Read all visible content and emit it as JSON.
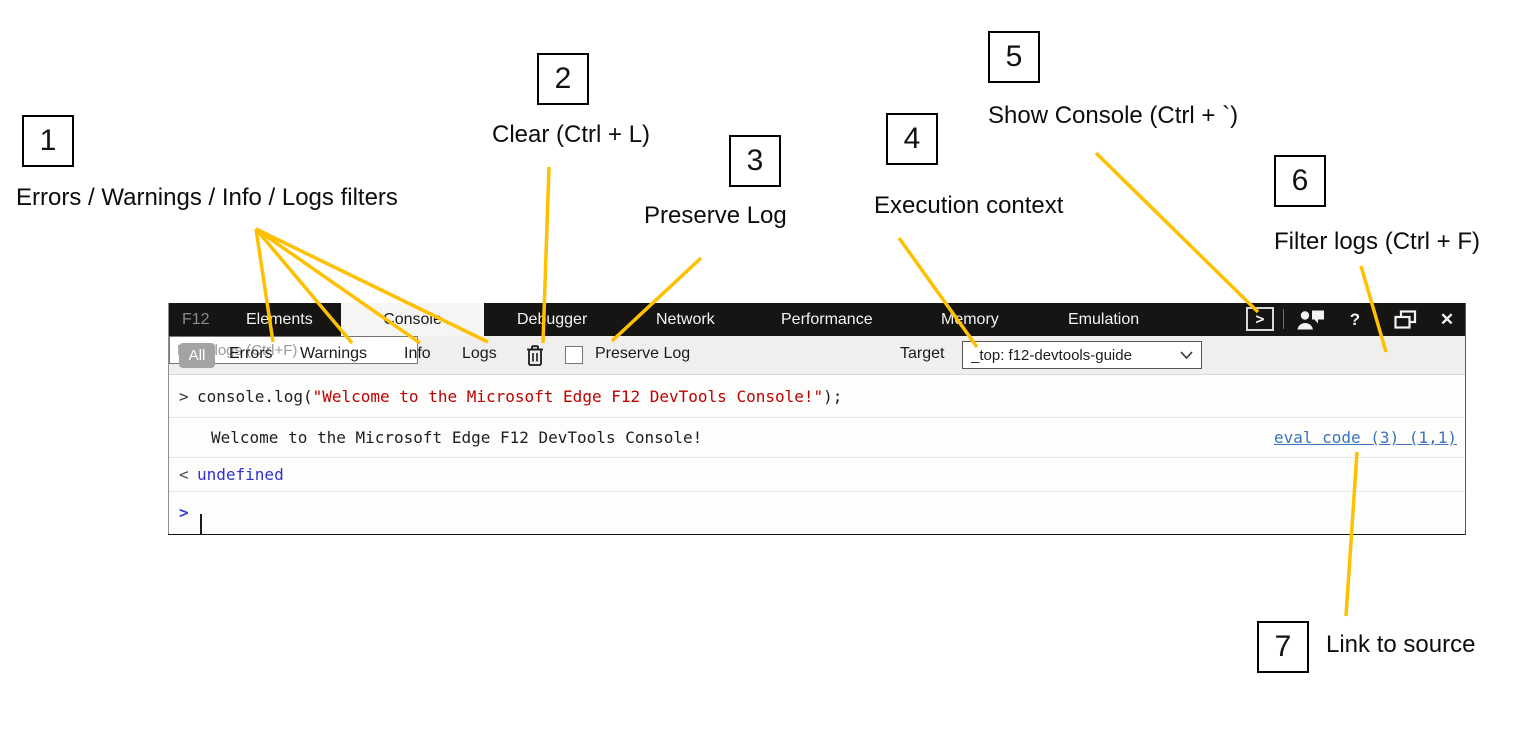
{
  "annotations": {
    "line_color": "#FFC000",
    "items": [
      {
        "number": "1",
        "label": "Errors / Warnings / Info / Logs filters"
      },
      {
        "number": "2",
        "label": "Clear (Ctrl + L)"
      },
      {
        "number": "3",
        "label": "Preserve Log"
      },
      {
        "number": "4",
        "label": "Execution context"
      },
      {
        "number": "5",
        "label": "Show Console (Ctrl + `)"
      },
      {
        "number": "6",
        "label": "Filter logs (Ctrl + F)"
      },
      {
        "number": "7",
        "label": "Link to source"
      }
    ]
  },
  "devtools": {
    "tabbar": {
      "brand": "F12",
      "tabs": [
        {
          "label": "Elements"
        },
        {
          "label": "Console",
          "active": true
        },
        {
          "label": "Debugger"
        },
        {
          "label": "Network"
        },
        {
          "label": "Performance"
        },
        {
          "label": "Memory"
        },
        {
          "label": "Emulation"
        }
      ],
      "console_button_glyph": ">",
      "help_glyph": "?",
      "close_glyph": "✕"
    },
    "toolbar": {
      "filters": [
        {
          "label": "All",
          "active": true
        },
        {
          "label": "Errors"
        },
        {
          "label": "Warnings"
        },
        {
          "label": "Info"
        },
        {
          "label": "Logs"
        }
      ],
      "preserve_log_label": "Preserve Log",
      "preserve_log_checked": false,
      "target_label": "Target",
      "target_value": "_top: f12-devtools-guide",
      "filter_placeholder": "Filter logs (Ctrl+F)"
    },
    "console": {
      "input_echo": {
        "prompt": ">",
        "code_before": "console.log(",
        "code_string": "\"Welcome to the Microsoft Edge F12 DevTools Console!\"",
        "code_after": ");"
      },
      "log_line": {
        "text": "Welcome to the Microsoft Edge F12 DevTools Console!",
        "source_link": "eval code (3) (1,1)"
      },
      "result_line": {
        "prompt": "<",
        "value": "undefined"
      },
      "input_line": {
        "prompt": ">"
      }
    },
    "colors": {
      "string_red": "#c00000",
      "link_blue": "#3b73be",
      "value_blue": "#3030d2",
      "accent_yellow": "#FFC000"
    }
  }
}
